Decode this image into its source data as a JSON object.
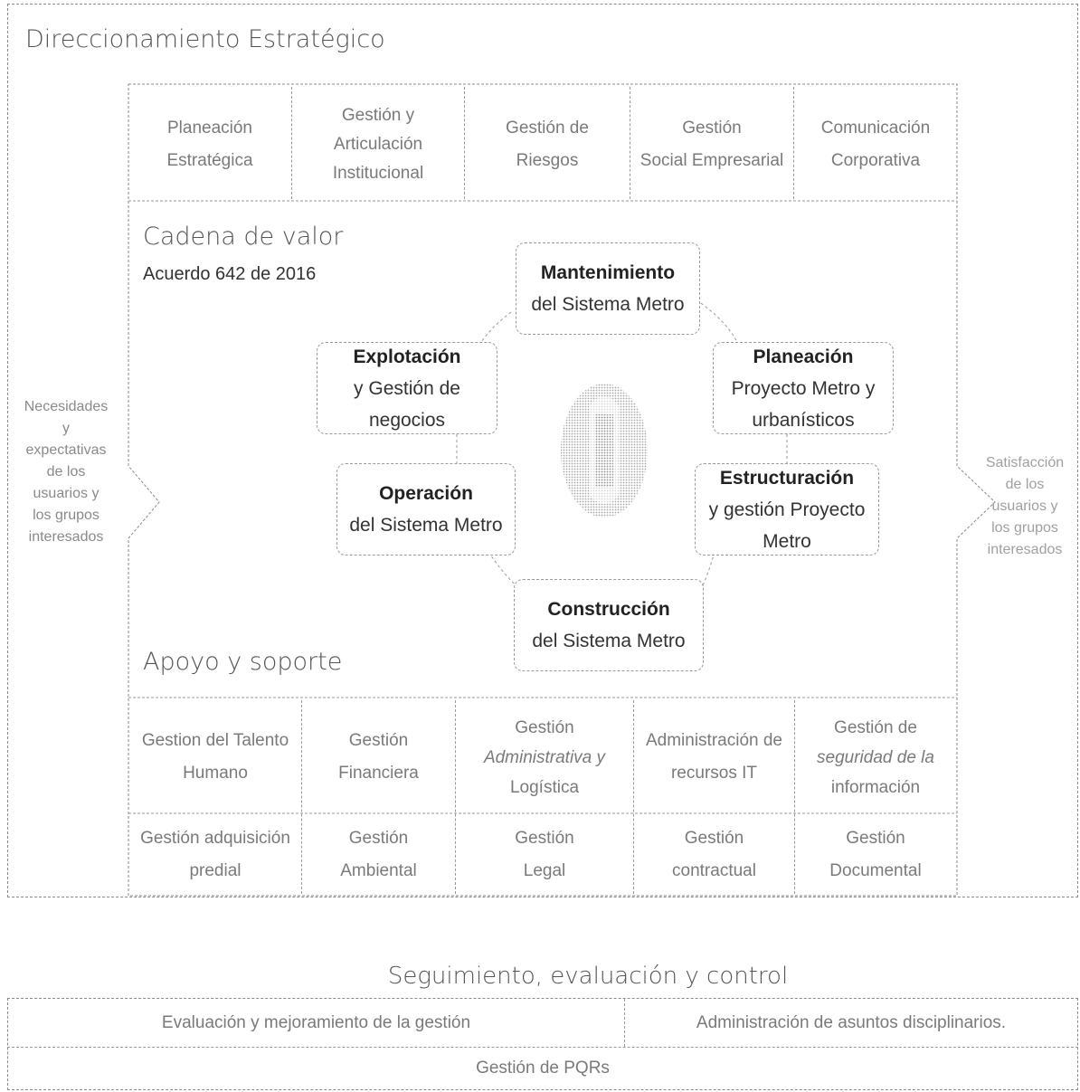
{
  "title": "Direccionamiento  Estratégico",
  "strategic_processes": [
    {
      "line1": "Planeación",
      "line2": "Estratégica",
      "line3": ""
    },
    {
      "line1": "Gestión y",
      "line2": "Articulación",
      "line3": "Institucional"
    },
    {
      "line1": "Gestión de",
      "line2": "Riesgos",
      "line3": ""
    },
    {
      "line1": "Gestión",
      "line2": "Social Empresarial",
      "line3": ""
    },
    {
      "line1": "Comunicación",
      "line2": "Corporativa",
      "line3": ""
    }
  ],
  "value_chain": {
    "title": "Cadena de valor",
    "subtitle": "Acuerdo 642 de 2016",
    "mantenimiento": {
      "title": "Mantenimiento",
      "line1": "del Sistema Metro"
    },
    "explotacion": {
      "title": "Explotación",
      "line1": "y Gestión de",
      "line2": "negocios"
    },
    "planeacion": {
      "title": "Planeación",
      "line1": "Proyecto Metro y",
      "line2": "urbanísticos"
    },
    "operacion": {
      "title": "Operación",
      "line1": "del Sistema Metro"
    },
    "estructuracion": {
      "title": "Estructuración",
      "line1": "y gestión Proyecto",
      "line2": "Metro"
    },
    "construccion": {
      "title": "Construcción",
      "line1": "del Sistema Metro"
    }
  },
  "left_input": [
    "Necesidades",
    "y",
    "expectativas",
    "de los",
    "usuarios y",
    "los grupos",
    "interesados"
  ],
  "right_output": [
    "Satisfacción",
    "de los",
    "usuarios y",
    "los grupos",
    "interesados"
  ],
  "support_title": "Apoyo y soporte",
  "support_row1": [
    {
      "line1": "Gestion del Talento",
      "line2": "Humano",
      "line3": ""
    },
    {
      "line1": "Gestión",
      "line2": "Financiera",
      "line3": ""
    },
    {
      "line1": "Gestión",
      "line2": "Administrativa y",
      "line3": "Logística"
    },
    {
      "line1": "Administración de",
      "line2": "recursos IT",
      "line3": ""
    },
    {
      "line1": "Gestión de",
      "line2": "seguridad de la",
      "line3": "información"
    }
  ],
  "support_row2": [
    {
      "line1": "Gestión adquisición",
      "line2": "predial"
    },
    {
      "line1": "Gestión",
      "line2": "Ambiental"
    },
    {
      "line1": "Gestión",
      "line2": "Legal"
    },
    {
      "line1": "Gestión",
      "line2": "contractual"
    },
    {
      "line1": "Gestión",
      "line2": "Documental"
    }
  ],
  "control": {
    "title": "Seguimiento, evaluación y control",
    "left": "Evaluación y  mejoramiento  de la gestión",
    "right": "Administración de asuntos disciplinarios.",
    "bottom": "Gestión de PQRs"
  }
}
